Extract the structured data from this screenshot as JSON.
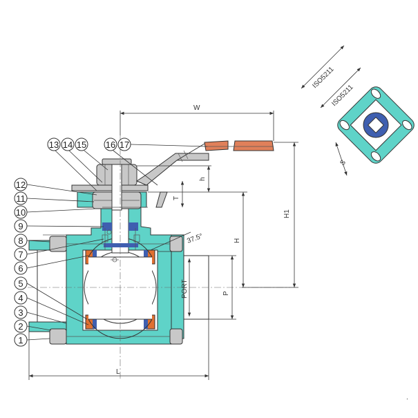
{
  "colors": {
    "body": "#5fd3c8",
    "steel": "#c8c8c8",
    "seat": "#3f5fb0",
    "seal_orange": "#e07030",
    "handle_red": "#e0805a",
    "line": "#333333"
  },
  "dimensions": {
    "width": "W",
    "length": "L",
    "height": "H",
    "height_total": "H1",
    "port": "PORT",
    "pipe": "P",
    "thread": "T",
    "stem_height": "h",
    "angle": "37.5°",
    "square": "S",
    "iso_outer": "ISO5211",
    "iso_inner": "ISO5211"
  },
  "parts": [
    "1",
    "2",
    "3",
    "4",
    "5",
    "6",
    "7",
    "8",
    "9",
    "10",
    "11",
    "12",
    "13",
    "14",
    "15",
    "16",
    "17"
  ],
  "footnote": "."
}
